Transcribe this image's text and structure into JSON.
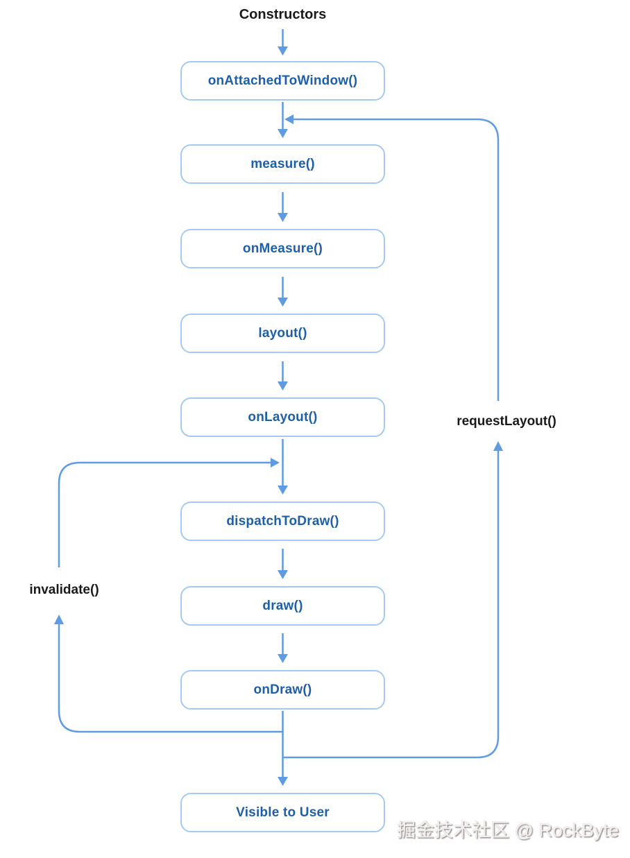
{
  "title": "Constructors",
  "nodes": [
    {
      "label": "onAttachedToWindow()"
    },
    {
      "label": "measure()"
    },
    {
      "label": "onMeasure()"
    },
    {
      "label": "layout()"
    },
    {
      "label": "onLayout()"
    },
    {
      "label": "dispatchToDraw()"
    },
    {
      "label": "draw()"
    },
    {
      "label": "onDraw()"
    },
    {
      "label": "Visible to User"
    }
  ],
  "loops": {
    "invalidate_label": "invalidate()",
    "request_layout_label": "requestLayout()"
  },
  "watermark": "掘金技术社区 @ RockByte",
  "colors": {
    "arrow": "#5E9BE2",
    "box_border": "#A5CAF2",
    "box_text": "#1D5FA8",
    "label_text": "#1A1A1A"
  }
}
